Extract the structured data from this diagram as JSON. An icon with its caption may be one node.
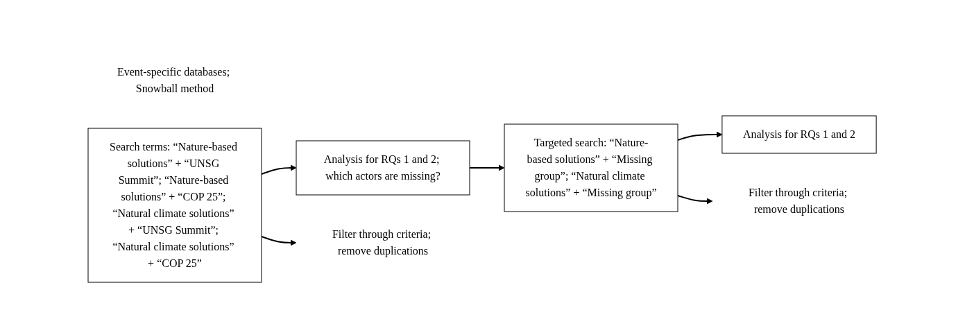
{
  "diagram": {
    "nodes": [
      {
        "text": [
          "Event-specific databases; Snowball method"
        ]
      },
      {
        "text": [
          "Search terms: “Nature-based solutions” + “UNSG Summit”; “Nature-based solutions” + “COP 25”; “Natural climate solutions” + “UNSG Summit”; “Natural climate solutions” + “COP 25”"
        ]
      },
      {
        "text": [
          "Analysis for RQs 1 and 2; which actors are missing?"
        ]
      },
      {
        "text": [
          "Targeted search: “Nature-based solutions” + “Missing group”; “Natural climate solutions” + “Missing group”"
        ]
      },
      {
        "text": [
          "Analysis for RQs 1 and 2"
        ]
      },
      {
        "text": [
          "Filter through criteria; remove duplications"
        ]
      },
      {
        "text": [
          "Filter through criteria; remove duplications"
        ]
      }
    ],
    "edges": [
      {
        "from": 1,
        "to": 2,
        "arrow": "to"
      },
      {
        "from": 1,
        "to": 5,
        "arrow": "to"
      },
      {
        "from": 2,
        "to": 3,
        "arrow": "to"
      },
      {
        "from": 3,
        "to": 4,
        "arrow": "to"
      },
      {
        "from": 3,
        "to": 6,
        "arrow": "to"
      }
    ]
  }
}
